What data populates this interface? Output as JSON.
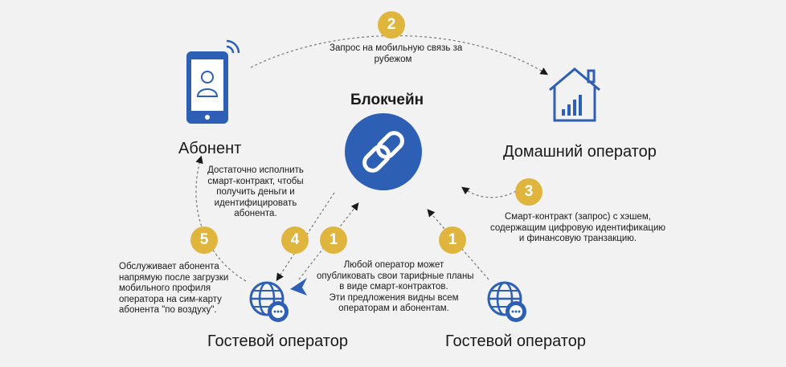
{
  "title": "Блокчейн",
  "nodes": {
    "subscriber": "Абонент",
    "home_operator": "Домашний оператор",
    "guest_operator_left": "Гостевой оператор",
    "guest_operator_right": "Гостевой оператор"
  },
  "steps": {
    "step2": {
      "number": "2",
      "lines": [
        "Запрос на мобильную связь за",
        "рубежом"
      ]
    },
    "step3": {
      "number": "3",
      "lines": [
        "Смарт-контракт (запрос) с хэшем,",
        "содержащим цифровую идентификацию",
        "и финансовую транзакцию."
      ]
    },
    "step4": {
      "number": "4",
      "lines": [
        "Достаточно исполнить",
        "смарт-контракт, чтобы",
        "получить деньги и",
        "идентифицировать",
        "абонента."
      ]
    },
    "step1_left": {
      "number": "1"
    },
    "step1_right": {
      "number": "1"
    },
    "step1_text": {
      "lines": [
        "Любой оператор может",
        "опубликовать свои тарифные планы",
        "в виде смарт-контрактов.",
        "Эти предложения видны всем",
        "операторам и абонентам."
      ]
    },
    "step5": {
      "number": "5",
      "lines": [
        "Обслуживает абонента",
        "напрямую после загрузки",
        "мобильного профиля",
        "оператора на сим-карту",
        "абонента \"по воздуху\"."
      ]
    }
  },
  "icons": {
    "phone": "smartphone-user-icon",
    "home": "house-signal-icon",
    "blockchain": "chain-link-icon",
    "globe": "globe-gear-icon"
  },
  "colors": {
    "blue": "#2d5fb5",
    "gold": "#e0b53e",
    "background": "#f2f2f2"
  }
}
